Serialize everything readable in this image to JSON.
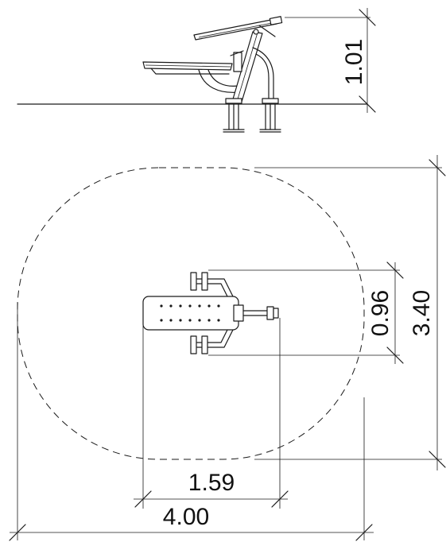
{
  "dimensions": {
    "elevation_height": "1.01",
    "plan_equipment_width": "0.96",
    "plan_overall_height": "3.40",
    "plan_equipment_length": "1.59",
    "plan_overall_width": "4.00"
  }
}
